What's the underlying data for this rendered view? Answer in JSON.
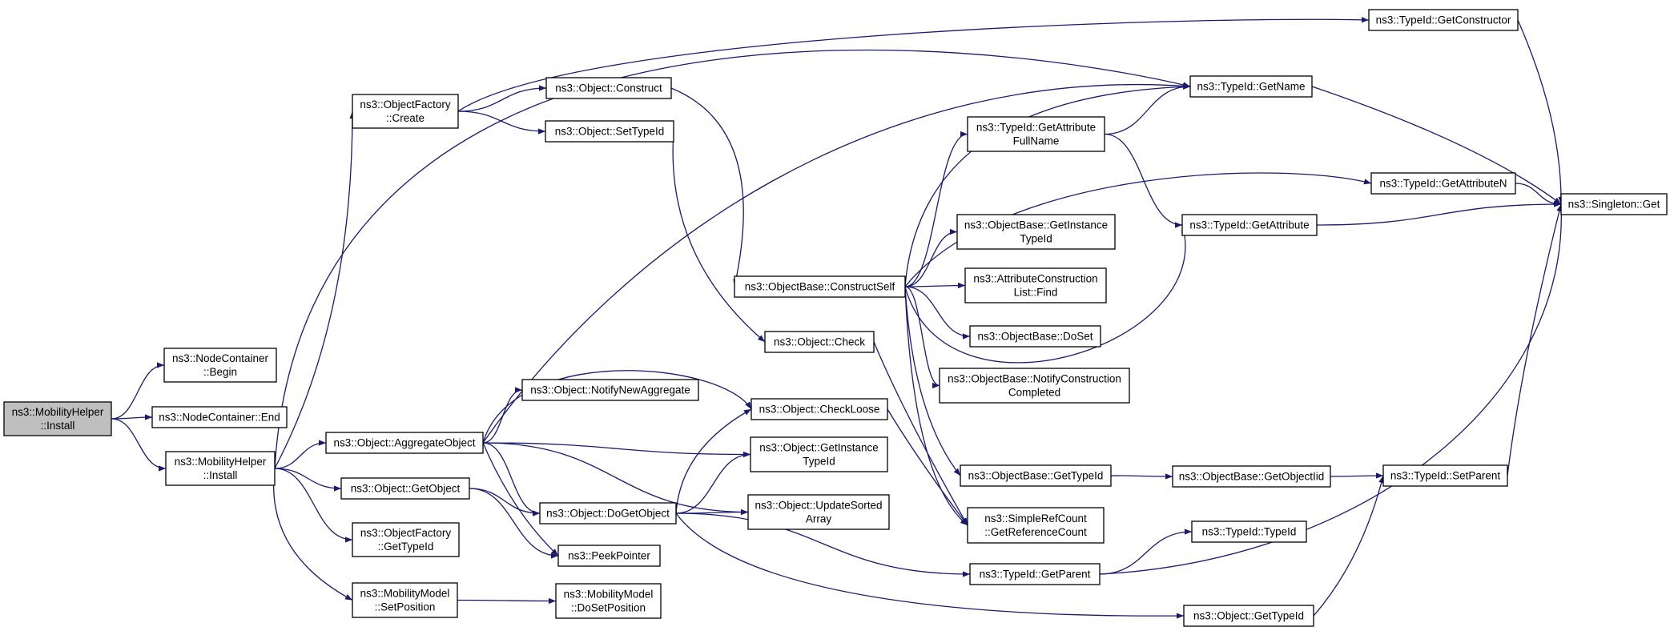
{
  "colors": {
    "edge": "#191970",
    "node_border": "#000000",
    "root_fill": "#bfbfbf",
    "node_fill": "#ffffff"
  },
  "nodes": [
    {
      "id": "mh_install_root",
      "lines": [
        "ns3::MobilityHelper",
        "::Install"
      ]
    },
    {
      "id": "nc_begin",
      "lines": [
        "ns3::NodeContainer",
        "::Begin"
      ]
    },
    {
      "id": "nc_end",
      "lines": [
        "ns3::NodeContainer::End"
      ]
    },
    {
      "id": "mh_install",
      "lines": [
        "ns3::MobilityHelper",
        "::Install"
      ]
    },
    {
      "id": "of_create",
      "lines": [
        "ns3::ObjectFactory",
        "::Create"
      ]
    },
    {
      "id": "o_construct",
      "lines": [
        "ns3::Object::Construct"
      ]
    },
    {
      "id": "o_settypeid",
      "lines": [
        "ns3::Object::SetTypeId"
      ]
    },
    {
      "id": "o_notify",
      "lines": [
        "ns3::Object::NotifyNewAggregate"
      ]
    },
    {
      "id": "o_aggregate",
      "lines": [
        "ns3::Object::AggregateObject"
      ]
    },
    {
      "id": "o_getobject",
      "lines": [
        "ns3::Object::GetObject"
      ]
    },
    {
      "id": "of_gettypeid",
      "lines": [
        "ns3::ObjectFactory",
        "::GetTypeId"
      ]
    },
    {
      "id": "mm_setpos",
      "lines": [
        "ns3::MobilityModel",
        "::SetPosition"
      ]
    },
    {
      "id": "o_dogetobject",
      "lines": [
        "ns3::Object::DoGetObject"
      ]
    },
    {
      "id": "peekpointer",
      "lines": [
        "ns3::PeekPointer"
      ]
    },
    {
      "id": "mm_dosetpos",
      "lines": [
        "ns3::MobilityModel",
        "::DoSetPosition"
      ]
    },
    {
      "id": "ob_constructself",
      "lines": [
        "ns3::ObjectBase::ConstructSelf"
      ]
    },
    {
      "id": "o_check",
      "lines": [
        "ns3::Object::Check"
      ]
    },
    {
      "id": "o_checkloose",
      "lines": [
        "ns3::Object::CheckLoose"
      ]
    },
    {
      "id": "o_getinstance",
      "lines": [
        "ns3::Object::GetInstance",
        "TypeId"
      ]
    },
    {
      "id": "o_updatesorted",
      "lines": [
        "ns3::Object::UpdateSorted",
        "Array"
      ]
    },
    {
      "id": "t_getattrfullname",
      "lines": [
        "ns3::TypeId::GetAttribute",
        "FullName"
      ]
    },
    {
      "id": "ob_getinstance",
      "lines": [
        "ns3::ObjectBase::GetInstance",
        "TypeId"
      ]
    },
    {
      "id": "acl_find",
      "lines": [
        "ns3::AttributeConstruction",
        "List::Find"
      ]
    },
    {
      "id": "ob_doset",
      "lines": [
        "ns3::ObjectBase::DoSet"
      ]
    },
    {
      "id": "ob_notifyconst",
      "lines": [
        "ns3::ObjectBase::NotifyConstruction",
        "Completed"
      ]
    },
    {
      "id": "ob_gettypeid",
      "lines": [
        "ns3::ObjectBase::GetTypeId"
      ]
    },
    {
      "id": "src_getrefcount",
      "lines": [
        "ns3::SimpleRefCount",
        "::GetReferenceCount"
      ]
    },
    {
      "id": "t_getparent",
      "lines": [
        "ns3::TypeId::GetParent"
      ]
    },
    {
      "id": "o_gettypeid",
      "lines": [
        "ns3::Object::GetTypeId"
      ]
    },
    {
      "id": "t_getname",
      "lines": [
        "ns3::TypeId::GetName"
      ]
    },
    {
      "id": "t_getconstructor",
      "lines": [
        "ns3::TypeId::GetConstructor"
      ]
    },
    {
      "id": "t_getattribute",
      "lines": [
        "ns3::TypeId::GetAttribute"
      ]
    },
    {
      "id": "t_getattributen",
      "lines": [
        "ns3::TypeId::GetAttributeN"
      ]
    },
    {
      "id": "ob_getobjectiid",
      "lines": [
        "ns3::ObjectBase::GetObjectIid"
      ]
    },
    {
      "id": "t_setparent",
      "lines": [
        "ns3::TypeId::SetParent"
      ]
    },
    {
      "id": "t_typeid",
      "lines": [
        "ns3::TypeId::TypeId"
      ]
    },
    {
      "id": "singleton_get",
      "lines": [
        "ns3::Singleton::Get"
      ]
    }
  ],
  "edges": [
    [
      "mh_install_root",
      "nc_begin"
    ],
    [
      "mh_install_root",
      "nc_end"
    ],
    [
      "mh_install_root",
      "mh_install"
    ],
    [
      "mh_install",
      "of_create"
    ],
    [
      "mh_install",
      "t_getname"
    ],
    [
      "mh_install",
      "o_aggregate"
    ],
    [
      "mh_install",
      "o_getobject"
    ],
    [
      "mh_install",
      "of_gettypeid"
    ],
    [
      "mh_install",
      "mm_setpos"
    ],
    [
      "of_create",
      "o_construct"
    ],
    [
      "of_create",
      "o_settypeid"
    ],
    [
      "of_create",
      "t_getconstructor"
    ],
    [
      "o_construct",
      "ob_constructself"
    ],
    [
      "o_settypeid",
      "o_check"
    ],
    [
      "o_aggregate",
      "o_notify"
    ],
    [
      "o_aggregate",
      "o_checkloose"
    ],
    [
      "o_aggregate",
      "o_getinstance"
    ],
    [
      "o_aggregate",
      "o_updatesorted"
    ],
    [
      "o_aggregate",
      "o_dogetobject"
    ],
    [
      "o_aggregate",
      "peekpointer"
    ],
    [
      "o_aggregate",
      "t_getname"
    ],
    [
      "o_getobject",
      "o_dogetobject"
    ],
    [
      "o_getobject",
      "peekpointer"
    ],
    [
      "mm_setpos",
      "mm_dosetpos"
    ],
    [
      "o_dogetobject",
      "o_checkloose"
    ],
    [
      "o_dogetobject",
      "o_getinstance"
    ],
    [
      "o_dogetobject",
      "o_updatesorted"
    ],
    [
      "o_dogetobject",
      "t_getparent"
    ],
    [
      "o_dogetobject",
      "o_gettypeid"
    ],
    [
      "ob_constructself",
      "t_getname"
    ],
    [
      "ob_constructself",
      "t_getattrfullname"
    ],
    [
      "ob_constructself",
      "t_getattributen"
    ],
    [
      "ob_constructself",
      "ob_getinstance"
    ],
    [
      "ob_constructself",
      "acl_find"
    ],
    [
      "ob_constructself",
      "ob_doset"
    ],
    [
      "ob_constructself",
      "ob_notifyconst"
    ],
    [
      "ob_constructself",
      "t_getattribute"
    ],
    [
      "ob_constructself",
      "ob_gettypeid"
    ],
    [
      "ob_constructself",
      "src_getrefcount"
    ],
    [
      "o_check",
      "src_getrefcount"
    ],
    [
      "o_checkloose",
      "src_getrefcount"
    ],
    [
      "t_getattrfullname",
      "t_getname"
    ],
    [
      "t_getattrfullname",
      "t_getattribute"
    ],
    [
      "ob_gettypeid",
      "ob_getobjectiid"
    ],
    [
      "ob_getobjectiid",
      "t_setparent"
    ],
    [
      "t_getparent",
      "t_typeid"
    ],
    [
      "t_getparent",
      "singleton_get"
    ],
    [
      "o_gettypeid",
      "t_setparent"
    ],
    [
      "t_setparent",
      "singleton_get"
    ],
    [
      "t_getname",
      "singleton_get"
    ],
    [
      "t_getconstructor",
      "singleton_get"
    ],
    [
      "t_getattribute",
      "singleton_get"
    ],
    [
      "t_getattributen",
      "singleton_get"
    ]
  ]
}
